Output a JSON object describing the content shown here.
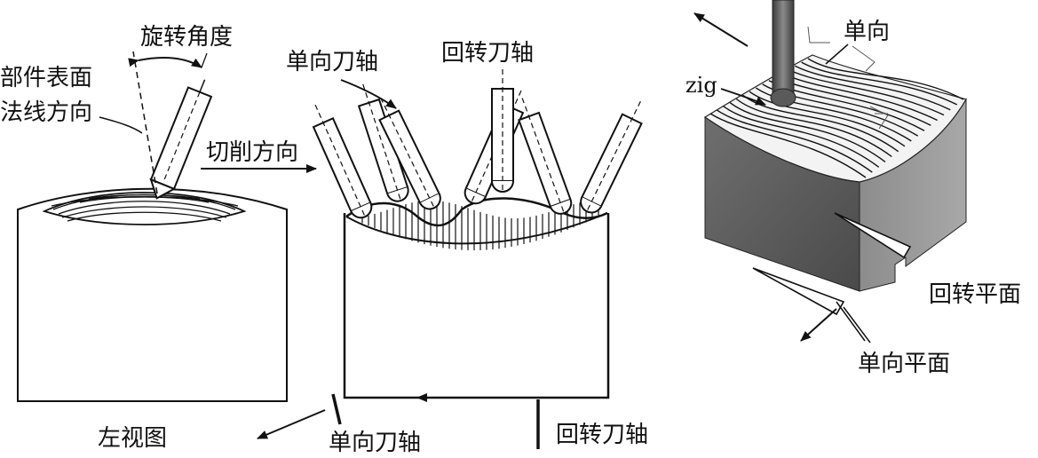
{
  "labels": {
    "rotation_angle": "旋转角度",
    "surface_normal_line1": "部件表面",
    "surface_normal_line2": "法线方向",
    "cutting_direction": "切削方向",
    "unidirectional_axis_top": "单向刀轴",
    "rotary_axis_top": "回转刀轴",
    "left_view": "左视图",
    "unidirectional_axis_bottom": "单向刀轴",
    "rotary_axis_bottom": "回转刀轴",
    "zig": "zig",
    "unidirectional": "单向",
    "rotary_plane": "回转平面",
    "unidirectional_plane": "单向平面"
  }
}
